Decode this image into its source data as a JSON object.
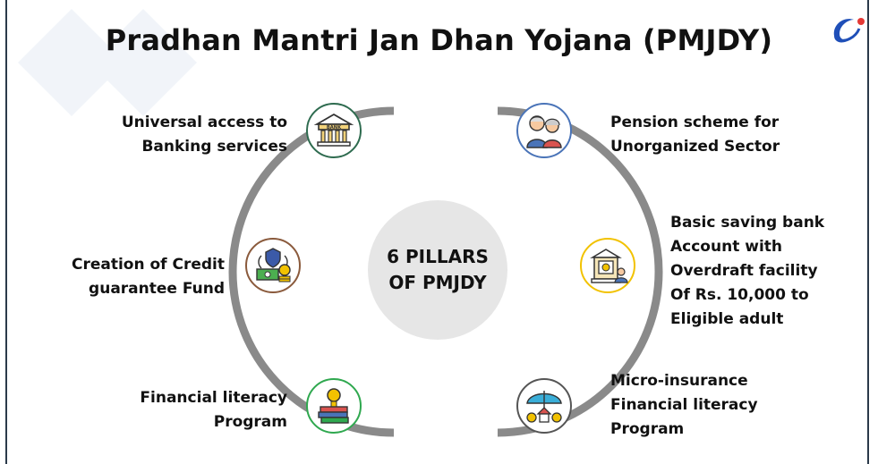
{
  "title": "Pradhan Mantri Jan Dhan Yojana (PMJDY)",
  "center": {
    "line1": "6 PILLARS",
    "line2": "OF PMJDY"
  },
  "colors": {
    "ring": "#8a8a8a",
    "center_fill": "#e6e6e6",
    "node_green": "#2e6b4f",
    "node_brown": "#8a5a3c",
    "node_green_light": "#2fa84f",
    "node_blue": "#4a74b8",
    "node_yellow": "#f2c200",
    "node_dark": "#555555"
  },
  "pillars": [
    {
      "lines": [
        "Universal access to",
        "Banking services"
      ],
      "icon": "bank-icon"
    },
    {
      "lines": [
        "Creation of Credit",
        "guarantee Fund"
      ],
      "icon": "credit-guarantee-icon"
    },
    {
      "lines": [
        "Financial literacy",
        "Program"
      ],
      "icon": "coins-books-icon"
    },
    {
      "lines": [
        "Pension scheme for",
        "Unorganized Sector"
      ],
      "icon": "elderly-couple-icon"
    },
    {
      "lines": [
        "Basic saving bank",
        "Account with",
        "Overdraft facility",
        "Of Rs. 10,000 to",
        "Eligible adult"
      ],
      "icon": "bank-account-icon"
    },
    {
      "lines": [
        "Micro-insurance",
        "Financial literacy",
        "Program"
      ],
      "icon": "umbrella-house-icon"
    }
  ],
  "bank_sign": "BANK"
}
